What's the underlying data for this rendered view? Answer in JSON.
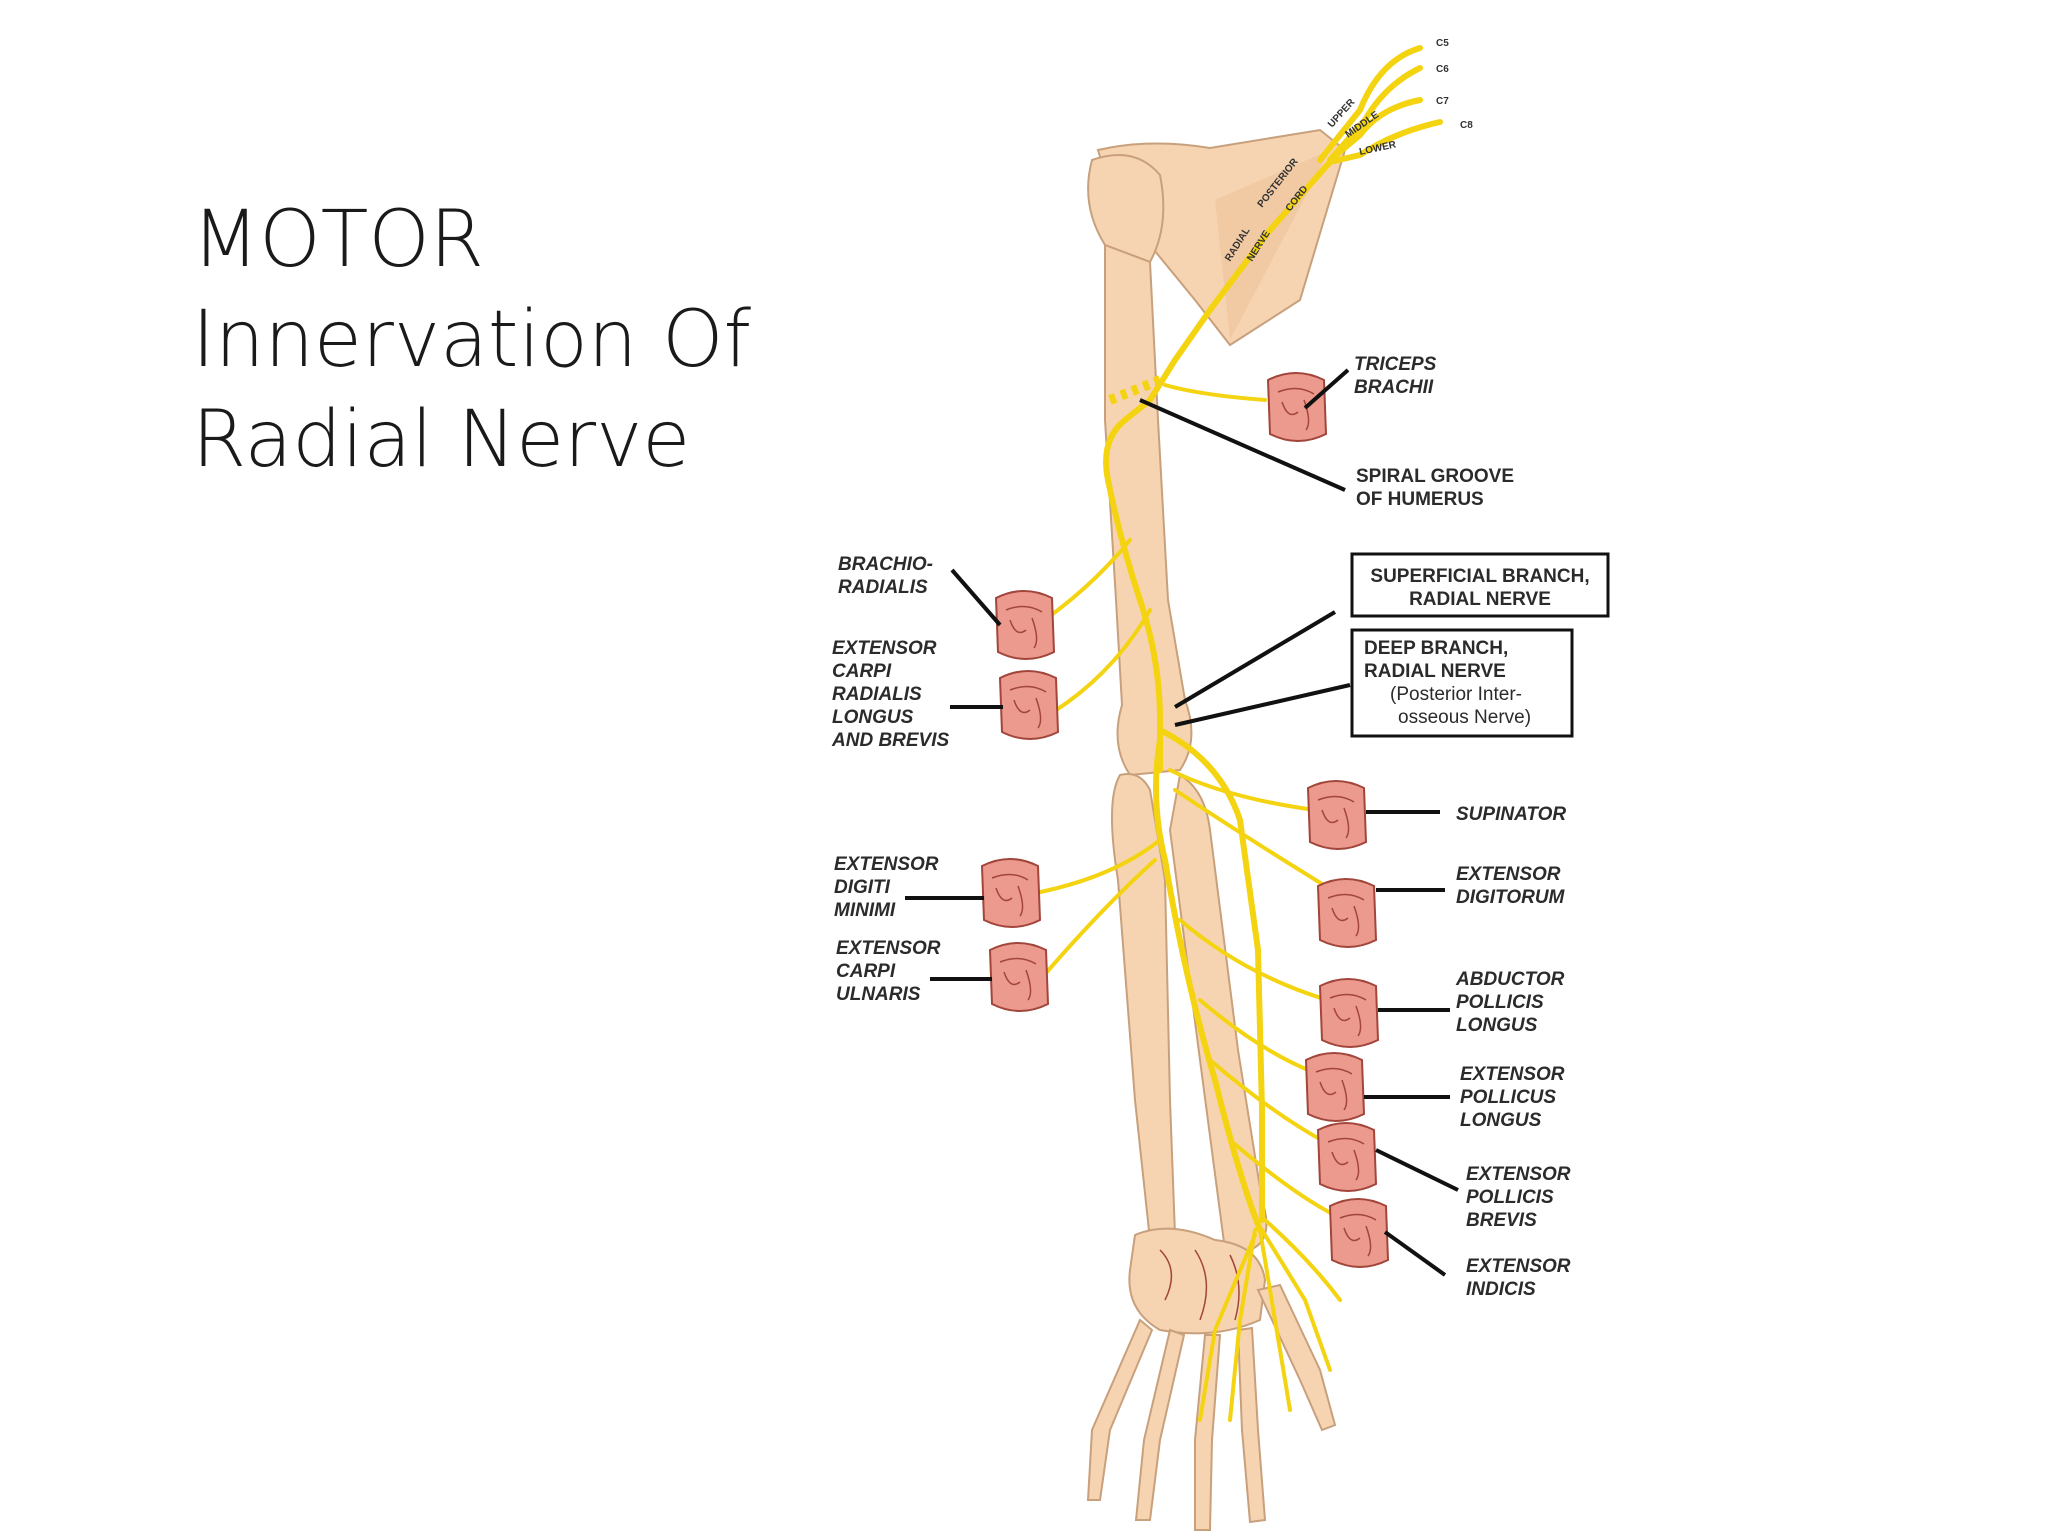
{
  "slide": {
    "title_lines": [
      "MOTOR",
      "Innervation Of",
      "Radial Nerve"
    ]
  },
  "diagram": {
    "roots": [
      "C5",
      "C6",
      "C7",
      "C8"
    ],
    "trunks": [
      "UPPER",
      "MIDDLE",
      "LOWER"
    ],
    "cord": [
      "POSTERIOR",
      "CORD"
    ],
    "nerve": [
      "RADIAL",
      "NERVE"
    ],
    "labels": {
      "triceps": [
        "TRICEPS",
        "BRACHII"
      ],
      "spiral_groove": [
        "SPIRAL GROOVE",
        "OF HUMERUS"
      ],
      "brachioradialis": [
        "BRACHIO-",
        "RADIALIS"
      ],
      "ecr": [
        "EXTENSOR",
        "CARPI",
        "RADIALIS",
        "LONGUS",
        "AND BREVIS"
      ],
      "superficial_branch": [
        "SUPERFICIAL BRANCH,",
        "RADIAL NERVE"
      ],
      "deep_branch": [
        "DEEP BRANCH,",
        "RADIAL NERVE",
        "(Posterior Inter-",
        "osseous Nerve)"
      ],
      "supinator": [
        "SUPINATOR"
      ],
      "ext_digitorum": [
        "EXTENSOR",
        "DIGITORUM"
      ],
      "ext_digiti_minimi": [
        "EXTENSOR",
        "DIGITI",
        "MINIMI"
      ],
      "ecu": [
        "EXTENSOR",
        "CARPI",
        "ULNARIS"
      ],
      "apl": [
        "ABDUCTOR",
        "POLLICIS",
        "LONGUS"
      ],
      "epl": [
        "EXTENSOR",
        "POLLICUS",
        "LONGUS"
      ],
      "epb": [
        "EXTENSOR",
        "POLLICIS",
        "BREVIS"
      ],
      "ext_indicis": [
        "EXTENSOR",
        "INDICIS"
      ]
    }
  }
}
